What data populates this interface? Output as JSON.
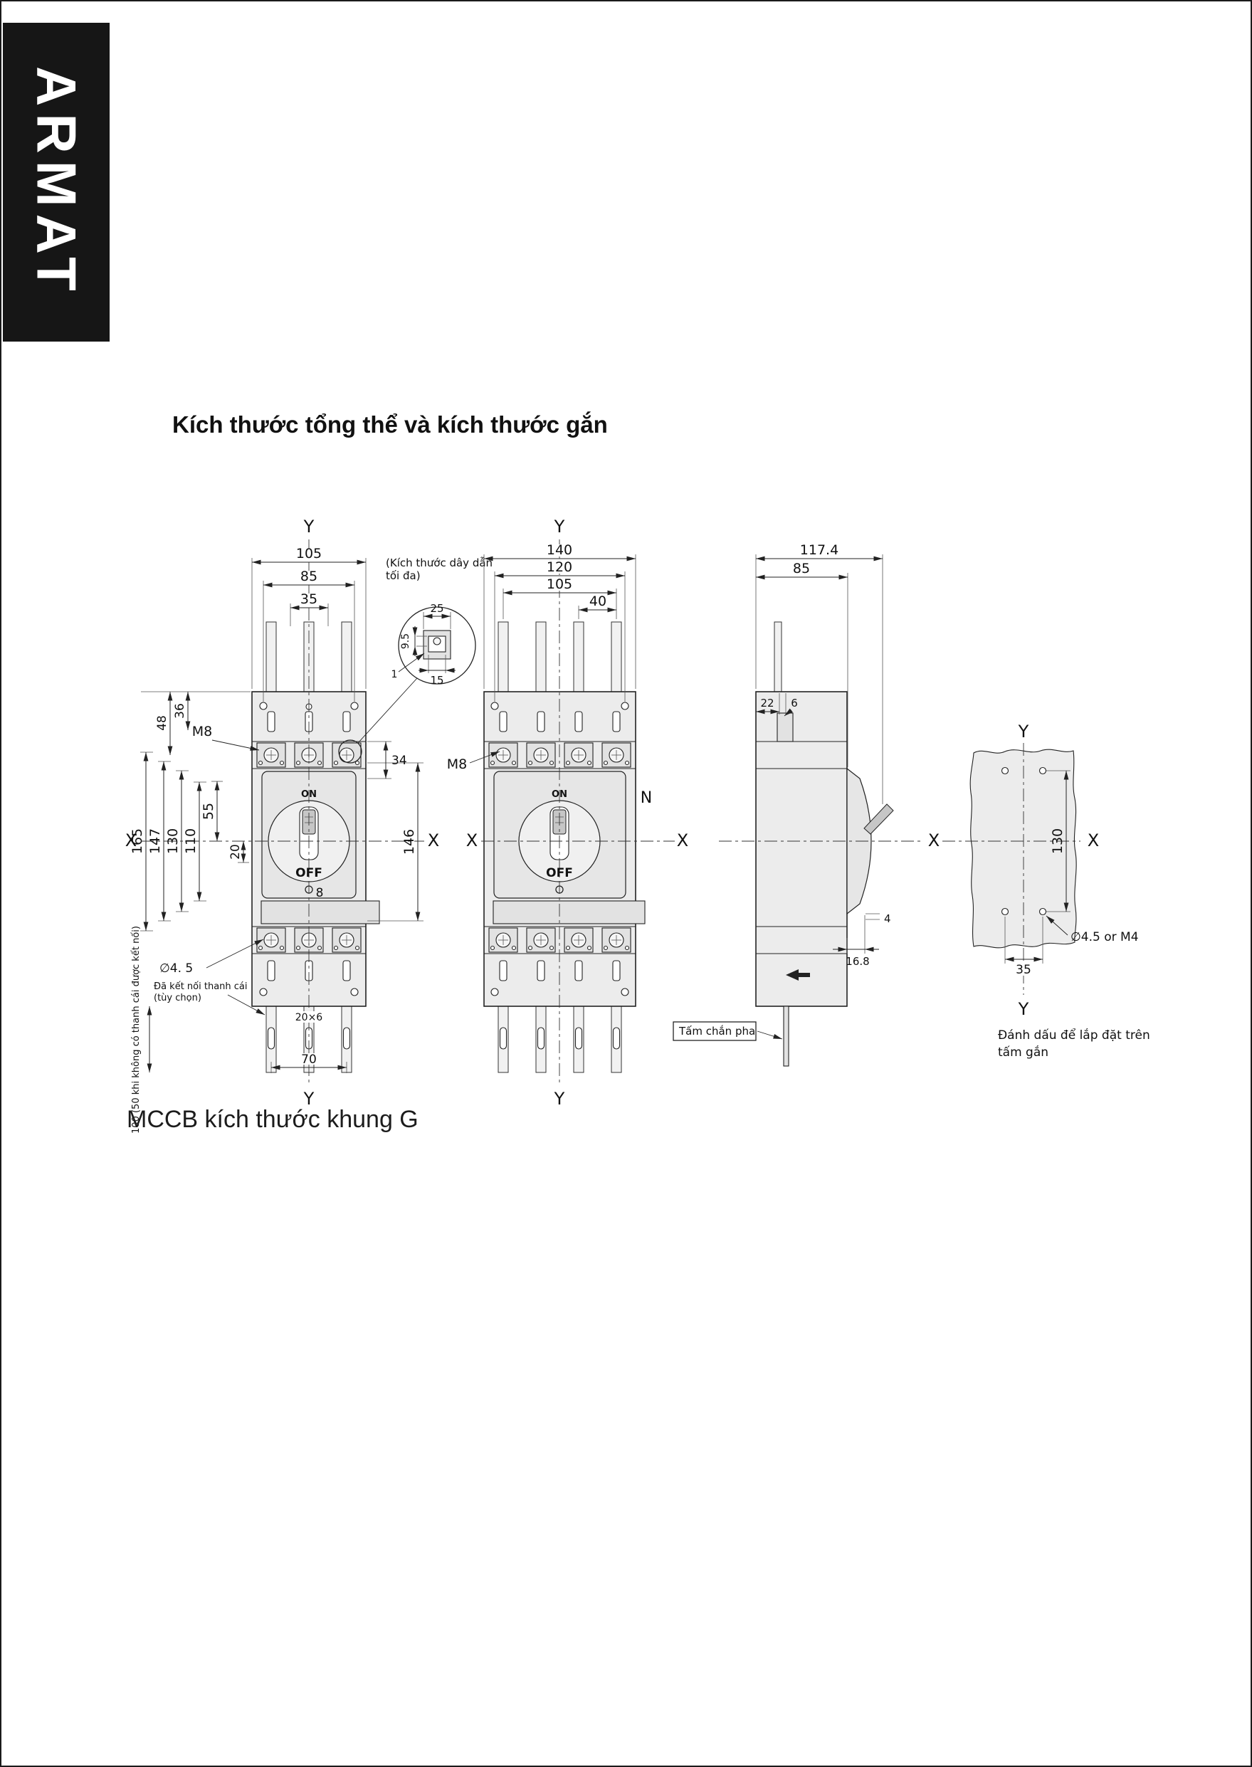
{
  "page": {
    "brand": "ARMAT",
    "title": "Kích thước tổng thể và kích thước gắn",
    "caption": "MCCB kích thước khung G"
  },
  "front3p": {
    "axis_y_top": "Y",
    "axis_y_bottom": "Y",
    "axis_x_left": "X",
    "axis_x_right": "X",
    "dim_105": "105",
    "dim_85": "85",
    "dim_35": "35",
    "dim_48": "48",
    "dim_36": "36",
    "terminal_m8": "M8",
    "dim_165": "165",
    "dim_147": "147",
    "dim_130": "130",
    "dim_110": "110",
    "dim_55": "55",
    "dim_20": "20",
    "dim_8": "8",
    "dim_34": "34",
    "dim_146": "146",
    "on": "ON",
    "off": "OFF",
    "hole_dia": "∅4. 5",
    "slot": "20×6",
    "dim_70": "70",
    "busbar_note_1": "Đã kết nối thanh cái",
    "busbar_note_2": "(tùy chọn)",
    "extension_note": "100 (50 khi không có thanh cái được kết nối)"
  },
  "wire_detail": {
    "note_1": "(Kích thước dây dẫn",
    "note_2": "tối đa)",
    "dim_25": "25",
    "dim_9_5": "9.5",
    "dim_1": "1",
    "dim_15": "15"
  },
  "front4p": {
    "axis_y_top": "Y",
    "axis_y_bottom": "Y",
    "axis_x_left": "X",
    "axis_x_right": "X",
    "dim_140": "140",
    "dim_120": "120",
    "dim_105": "105",
    "dim_40": "40",
    "terminal_m8": "M8",
    "neutral": "N",
    "on": "ON",
    "off": "OFF"
  },
  "side": {
    "dim_117_4": "117.4",
    "dim_85": "85",
    "dim_22": "22",
    "dim_6": "6",
    "dim_4": "4",
    "dim_16_8": "16.8",
    "phase_barrier": "Tấm chắn pha"
  },
  "mount": {
    "axis_y_top": "Y",
    "axis_y_bottom": "Y",
    "axis_x_left": "X",
    "axis_x_right": "X",
    "dim_130": "130",
    "dim_35": "35",
    "hole_label": "∅4.5 or M4",
    "note_1": "Đánh dấu để lắp đặt trên",
    "note_2": "tấm gắn"
  }
}
